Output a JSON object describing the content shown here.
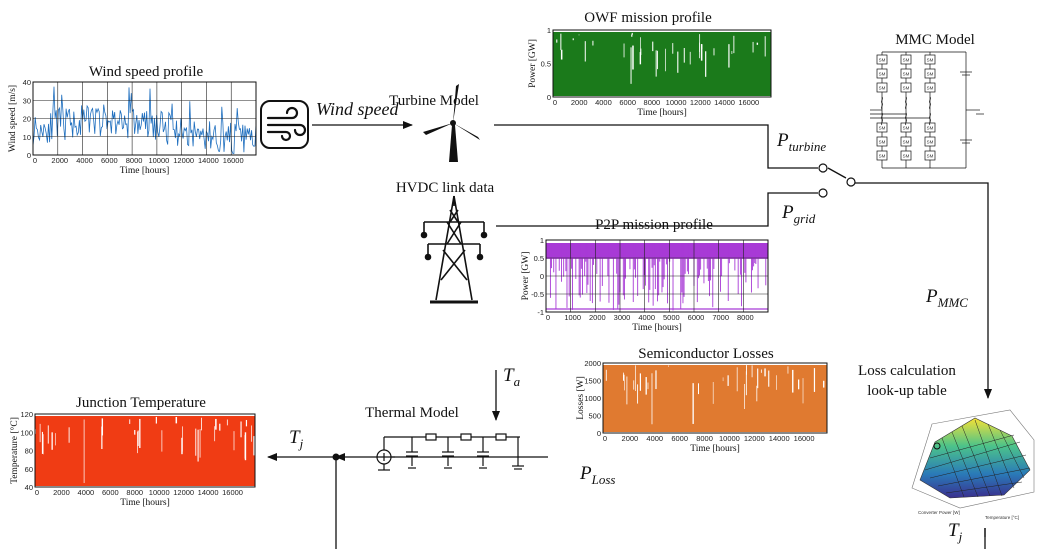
{
  "wind_panel": {
    "title": "Wind speed profile",
    "ylabel": "Wind speed [m/s]",
    "xlabel": "Time [hours]",
    "xticks": [
      "0",
      "2000",
      "4000",
      "6000",
      "8000",
      "10000",
      "12000",
      "14000",
      "16000"
    ],
    "yticks": [
      "40",
      "30",
      "20",
      "10",
      "0"
    ],
    "color": "#1f6fbf"
  },
  "owf_panel": {
    "title": "OWF mission profile",
    "ylabel": "Power [GW]",
    "xlabel": "Time [hours]",
    "xticks": [
      "0",
      "2000",
      "4000",
      "6000",
      "8000",
      "10000",
      "12000",
      "14000",
      "16000"
    ],
    "yticks": [
      "1",
      "0.5",
      "0"
    ],
    "color": "#1b7a1b"
  },
  "p2p_panel": {
    "title": "P2P mission profile",
    "ylabel": "Power [GW]",
    "xlabel": "Time [hours]",
    "xticks": [
      "0",
      "1000",
      "2000",
      "3000",
      "4000",
      "5000",
      "6000",
      "7000",
      "8000"
    ],
    "yticks": [
      "1",
      "0.5",
      "0",
      "-0.5",
      "-1"
    ],
    "color": "#a83ad6"
  },
  "loss_panel": {
    "title": "Semiconductor Losses",
    "ylabel": "Losses [W]",
    "xlabel": "Time [hours]",
    "xticks": [
      "0",
      "2000",
      "4000",
      "6000",
      "8000",
      "10000",
      "12000",
      "14000",
      "16000"
    ],
    "yticks": [
      "2000",
      "1500",
      "1000",
      "500",
      "0"
    ],
    "color": "#e07a30"
  },
  "tj_panel": {
    "title": "Junction Temperature",
    "ylabel": "Temperature [°C]",
    "xlabel": "Time [hours]",
    "xticks": [
      "0",
      "2000",
      "4000",
      "6000",
      "8000",
      "10000",
      "12000",
      "14000",
      "16000"
    ],
    "yticks": [
      "120",
      "100",
      "80",
      "60",
      "40"
    ],
    "color": "#f03c14"
  },
  "labels": {
    "turbine_model": "Turbine Model",
    "hvdc_link": "HVDC link data",
    "mmc_model": "MMC Model",
    "thermal_model": "Thermal Model",
    "loss_table_line1": "Loss calculation",
    "loss_table_line2": "look-up table",
    "wind_speed": "Wind speed"
  },
  "symbols": {
    "p_turbine": {
      "main": "P",
      "sub": "turbine"
    },
    "p_grid": {
      "main": "P",
      "sub": "grid"
    },
    "p_mmc": {
      "main": "P",
      "sub": "MMC"
    },
    "p_loss": {
      "main": "P",
      "sub": "Loss"
    },
    "t_a": {
      "main": "T",
      "sub": "a"
    },
    "t_j_left": {
      "main": "T",
      "sub": "j"
    },
    "t_j_bottom": {
      "main": "T",
      "sub": "j"
    }
  },
  "icons": [
    "wind-icon",
    "wind-turbine-icon",
    "transmission-tower-icon",
    "mmc-circuit-icon",
    "thermal-network-icon",
    "loss-surface-3d-icon"
  ]
}
